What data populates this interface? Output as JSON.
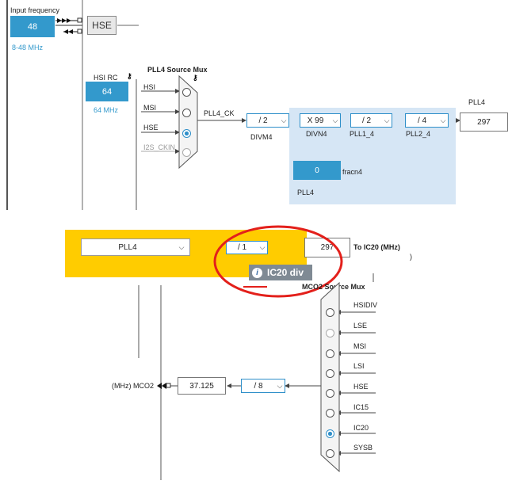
{
  "input_frequency": {
    "label": "Input frequency",
    "value": "48",
    "range": "8-48 MHz"
  },
  "hse": {
    "label": "HSE"
  },
  "hsi_rc": {
    "label": "HSI RC",
    "value": "64",
    "unit": "64 MHz"
  },
  "pll4_mux": {
    "title": "PLL4 Source Mux",
    "inputs": [
      "HSI",
      "MSI",
      "HSE",
      "I2S_CKIN"
    ],
    "selected": "HSE"
  },
  "pll4_ck": {
    "label": "PLL4_CK"
  },
  "divm4": {
    "value": "/ 2",
    "label": "DIVM4"
  },
  "divn4": {
    "value": "X 99",
    "label": "DIVN4"
  },
  "pll1_4": {
    "value": "/ 2",
    "label": "PLL1_4"
  },
  "pll2_4": {
    "value": "/ 4",
    "label": "PLL2_4"
  },
  "pll4_out": {
    "label": "PLL4",
    "value": "297"
  },
  "fracn4": {
    "value": "0",
    "label": "fracn4"
  },
  "pll4_block_label": "PLL4",
  "ic20": {
    "source_value": "PLL4",
    "div_value": "/ 1",
    "out_value": "297",
    "out_label": "To IC20 (MHz)",
    "stray": ")",
    "tooltip": "IC20 div"
  },
  "mco2_mux": {
    "title": "MCO2 Source Mux",
    "inputs": [
      "HSIDIV",
      "LSE",
      "MSI",
      "LSI",
      "HSE",
      "IC15",
      "IC20",
      "SYSB"
    ],
    "selected": "IC20"
  },
  "mco2": {
    "div_value": "/ 8",
    "value": "37.125",
    "label": "(MHz) MCO2"
  },
  "colors": {
    "accent": "#3399cc",
    "highlight": "#ffcc00",
    "annotation": "#e3201b",
    "pll_panel": "#d6e6f5"
  }
}
